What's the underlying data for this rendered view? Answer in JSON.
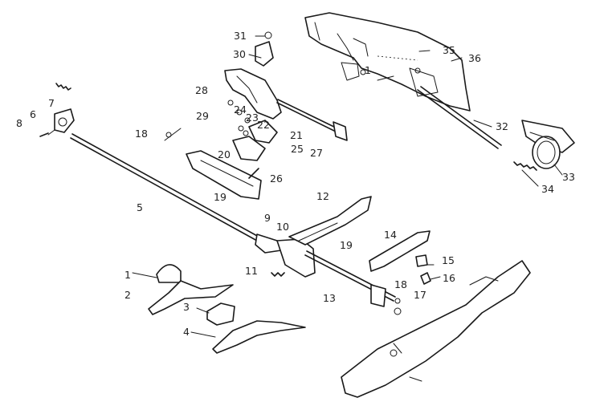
{
  "callouts": [
    {
      "id": "1a",
      "text": "1"
    },
    {
      "id": "1b",
      "text": "1"
    },
    {
      "id": "2",
      "text": "2"
    },
    {
      "id": "3",
      "text": "3"
    },
    {
      "id": "4",
      "text": "4"
    },
    {
      "id": "5",
      "text": "5"
    },
    {
      "id": "6",
      "text": "6"
    },
    {
      "id": "7",
      "text": "7"
    },
    {
      "id": "8",
      "text": "8"
    },
    {
      "id": "9",
      "text": "9"
    },
    {
      "id": "10",
      "text": "10"
    },
    {
      "id": "11",
      "text": "11"
    },
    {
      "id": "12",
      "text": "12"
    },
    {
      "id": "13",
      "text": "13"
    },
    {
      "id": "14",
      "text": "14"
    },
    {
      "id": "15",
      "text": "15"
    },
    {
      "id": "16",
      "text": "16"
    },
    {
      "id": "17",
      "text": "17"
    },
    {
      "id": "18a",
      "text": "18"
    },
    {
      "id": "18b",
      "text": "18"
    },
    {
      "id": "19a",
      "text": "19"
    },
    {
      "id": "19b",
      "text": "19"
    },
    {
      "id": "20",
      "text": "20"
    },
    {
      "id": "21",
      "text": "21"
    },
    {
      "id": "22",
      "text": "22"
    },
    {
      "id": "23",
      "text": "23"
    },
    {
      "id": "24",
      "text": "24"
    },
    {
      "id": "25",
      "text": "25"
    },
    {
      "id": "26",
      "text": "26"
    },
    {
      "id": "27",
      "text": "27"
    },
    {
      "id": "28",
      "text": "28"
    },
    {
      "id": "29",
      "text": "29"
    },
    {
      "id": "30",
      "text": "30"
    },
    {
      "id": "31",
      "text": "31"
    },
    {
      "id": "32",
      "text": "32"
    },
    {
      "id": "33",
      "text": "33"
    },
    {
      "id": "34",
      "text": "34"
    },
    {
      "id": "35",
      "text": "35"
    },
    {
      "id": "36",
      "text": "36"
    }
  ]
}
